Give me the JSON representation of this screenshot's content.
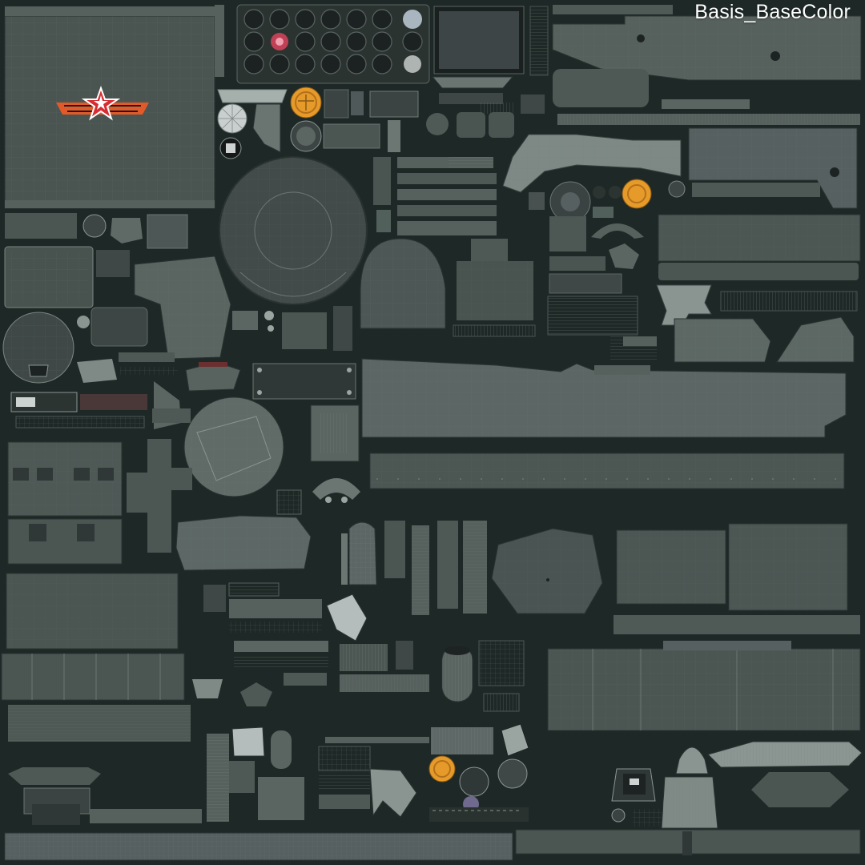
{
  "texture": {
    "title": "Basis_BaseColor"
  },
  "palette": {
    "background": "#1e2927",
    "panel_dark": "#3b4442",
    "panel_mid": "#4b5552",
    "panel_light": "#5f6a67",
    "wire": "#8a9591",
    "edge": "#262e2c",
    "accent_red": "#d8333a",
    "accent_orange": "#e59a2a",
    "accent_pink": "#c04055",
    "accent_white": "#e8e8e8"
  },
  "icons": [
    "red-star-emblem",
    "orange-medallion"
  ]
}
